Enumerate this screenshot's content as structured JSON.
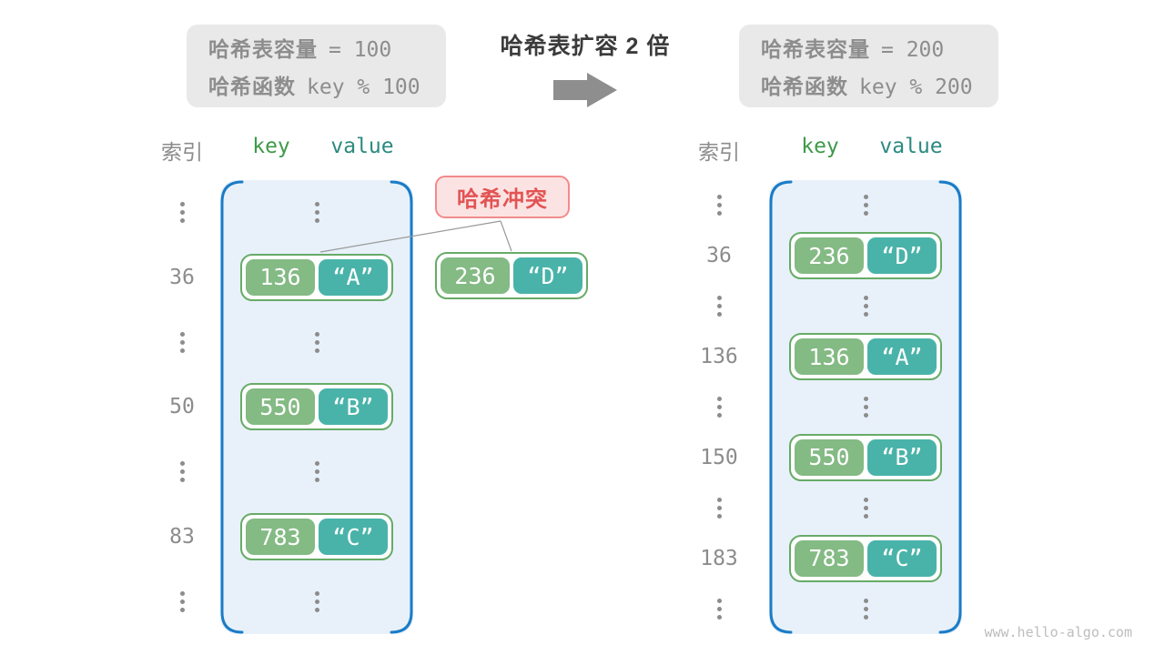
{
  "header": {
    "left_box": {
      "capacity_label": "哈希表容量",
      "capacity_value": "= 100",
      "hash_label": "哈希函数",
      "hash_value": "key % 100"
    },
    "title": "哈希表扩容 2 倍",
    "right_box": {
      "capacity_label": "哈希表容量",
      "capacity_value": "= 200",
      "hash_label": "哈希函数",
      "hash_value": "key % 200"
    }
  },
  "columns": {
    "index": "索引",
    "key": "key",
    "value": "value"
  },
  "conflict_label": "哈希冲突",
  "floating_pair": {
    "key": "236",
    "value": "“D”"
  },
  "left": {
    "rows": [
      {
        "dots": true
      },
      {
        "index": "36",
        "key": "136",
        "value": "“A”"
      },
      {
        "dots": true
      },
      {
        "index": "50",
        "key": "550",
        "value": "“B”"
      },
      {
        "dots": true
      },
      {
        "index": "83",
        "key": "783",
        "value": "“C”"
      },
      {
        "dots": true
      }
    ]
  },
  "right": {
    "rows": [
      {
        "dots": true
      },
      {
        "index": "36",
        "key": "236",
        "value": "“D”"
      },
      {
        "dots": true
      },
      {
        "index": "136",
        "key": "136",
        "value": "“A”"
      },
      {
        "dots": true
      },
      {
        "index": "150",
        "key": "550",
        "value": "“B”"
      },
      {
        "dots": true
      },
      {
        "index": "183",
        "key": "783",
        "value": "“C”"
      },
      {
        "dots": true
      }
    ]
  },
  "watermark": "www.hello-algo.com",
  "colors": {
    "bucket_fill": "#e8f1fa",
    "bucket_border": "#1a7cc7",
    "key_green": "#84ba84",
    "value_teal": "#4ab3a9",
    "pair_border": "#67ab67",
    "conflict_fill": "#fce3e3",
    "conflict_border": "#f28b8b",
    "conflict_text": "#e25454",
    "gray_box": "#e9e9e9",
    "gray_text": "#8d8d8d",
    "arrow_gray": "#8e8e8e"
  }
}
